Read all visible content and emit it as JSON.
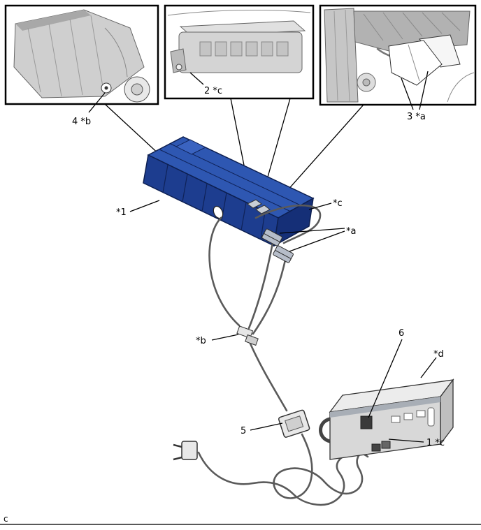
{
  "labels": {
    "detail_left": "4 *b",
    "detail_middle": "2 *c",
    "detail_right": "3 *a",
    "battery": "*1",
    "charge_cable": "*c",
    "connectors": "*a",
    "junction": "*b",
    "item_5": "5",
    "item_6": "6",
    "equipment_top": "*d",
    "item_1": "1 *c",
    "page_letter": "c"
  },
  "colors": {
    "battery_top": "#2e57b2",
    "battery_front": "#1d3d8f",
    "battery_end": "#152f77",
    "battery_detail": "#0f2258",
    "equipment_top": "#ececec",
    "equipment_front": "#d8d8d8",
    "equipment_side": "#bfbfbf",
    "cable": "#5a5a5a"
  }
}
